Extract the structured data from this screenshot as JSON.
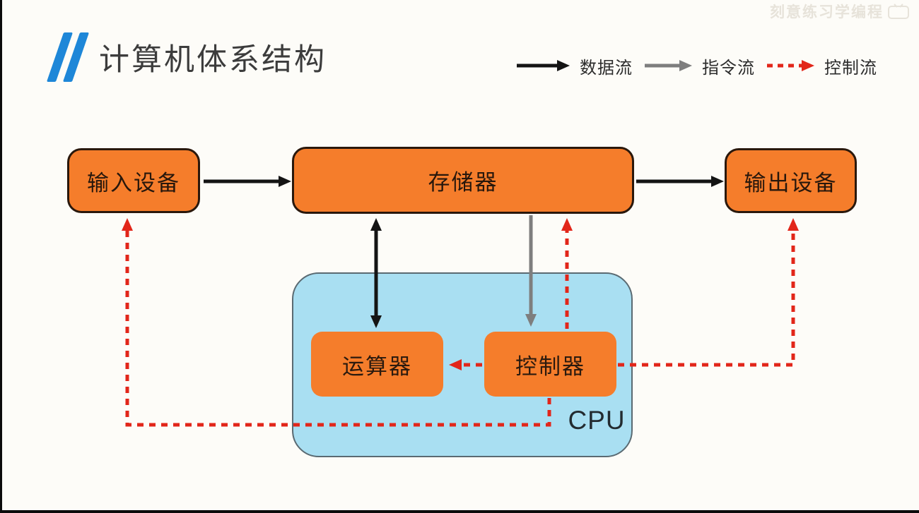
{
  "title": "计算机体系结构",
  "watermark": {
    "text": "刻意练习学编程"
  },
  "legend": [
    {
      "label": "数据流",
      "style": "solid",
      "color": "#141414"
    },
    {
      "label": "指令流",
      "style": "solid",
      "color": "#7e7e7e"
    },
    {
      "label": "控制流",
      "style": "dashed",
      "color": "#e2261a"
    }
  ],
  "nodes": {
    "input": "输入设备",
    "memory": "存储器",
    "output": "输出设备",
    "alu": "运算器",
    "cu": "控制器",
    "cpu": "CPU"
  },
  "edges": [
    {
      "from": "输入设备",
      "to": "存储器",
      "flow": "数据流",
      "bidirectional": false
    },
    {
      "from": "存储器",
      "to": "输出设备",
      "flow": "数据流",
      "bidirectional": false
    },
    {
      "from": "存储器",
      "to": "运算器",
      "flow": "数据流",
      "bidirectional": true
    },
    {
      "from": "存储器",
      "to": "控制器",
      "flow": "指令流",
      "bidirectional": false
    },
    {
      "from": "控制器",
      "to": "存储器",
      "flow": "控制流",
      "bidirectional": false
    },
    {
      "from": "控制器",
      "to": "运算器",
      "flow": "控制流",
      "bidirectional": false
    },
    {
      "from": "控制器",
      "to": "输出设备",
      "flow": "控制流",
      "bidirectional": false
    },
    {
      "from": "控制器",
      "to": "输入设备",
      "flow": "控制流",
      "bidirectional": false
    }
  ],
  "colors": {
    "node_fill": "#f57d2b",
    "node_border": "#2a180c",
    "cpu_fill": "#a9dff2",
    "data_flow": "#141414",
    "instruction_flow": "#7e7e7e",
    "control_flow": "#e2261a",
    "title_accent": "#1e87d8"
  }
}
